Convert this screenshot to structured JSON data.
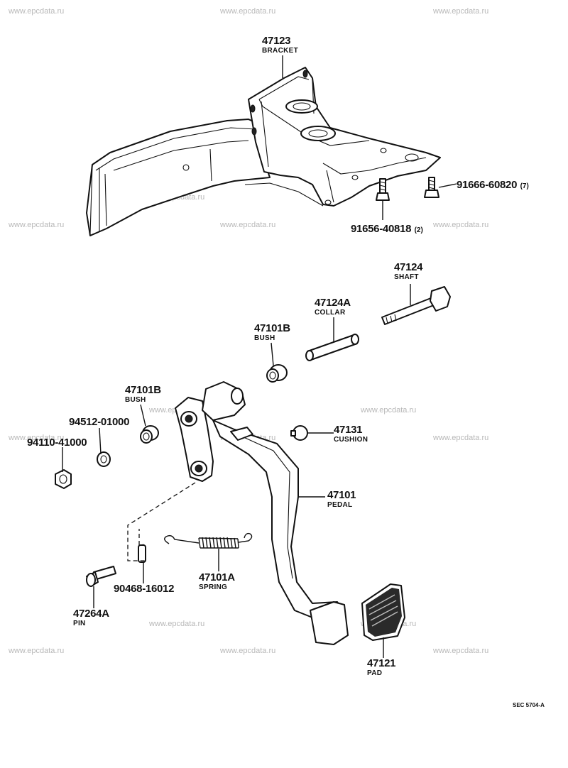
{
  "watermark": "www.epcdata.ru",
  "parts": {
    "bracket": {
      "number": "47123",
      "name": "BRACKET"
    },
    "bolt_7": {
      "number": "91666-60820",
      "qty": "(7)"
    },
    "bolt_2": {
      "number": "91656-40818",
      "qty": "(2)"
    },
    "shaft": {
      "number": "47124",
      "name": "SHAFT"
    },
    "collar": {
      "number": "47124A",
      "name": "COLLAR"
    },
    "bush_upper": {
      "number": "47101B",
      "name": "BUSH"
    },
    "bush_lower": {
      "number": "47101B",
      "name": "BUSH"
    },
    "washer": {
      "number": "94512-01000"
    },
    "nut": {
      "number": "94110-41000"
    },
    "cushion": {
      "number": "47131",
      "name": "CUSHION"
    },
    "pedal": {
      "number": "47101",
      "name": "PEDAL"
    },
    "spring": {
      "number": "47101A",
      "name": "SPRING"
    },
    "clip": {
      "number": "90468-16012"
    },
    "pin": {
      "number": "47264A",
      "name": "PIN"
    },
    "pad": {
      "number": "47121",
      "name": "PAD"
    }
  },
  "figure_ref": "SEC  5704-A"
}
